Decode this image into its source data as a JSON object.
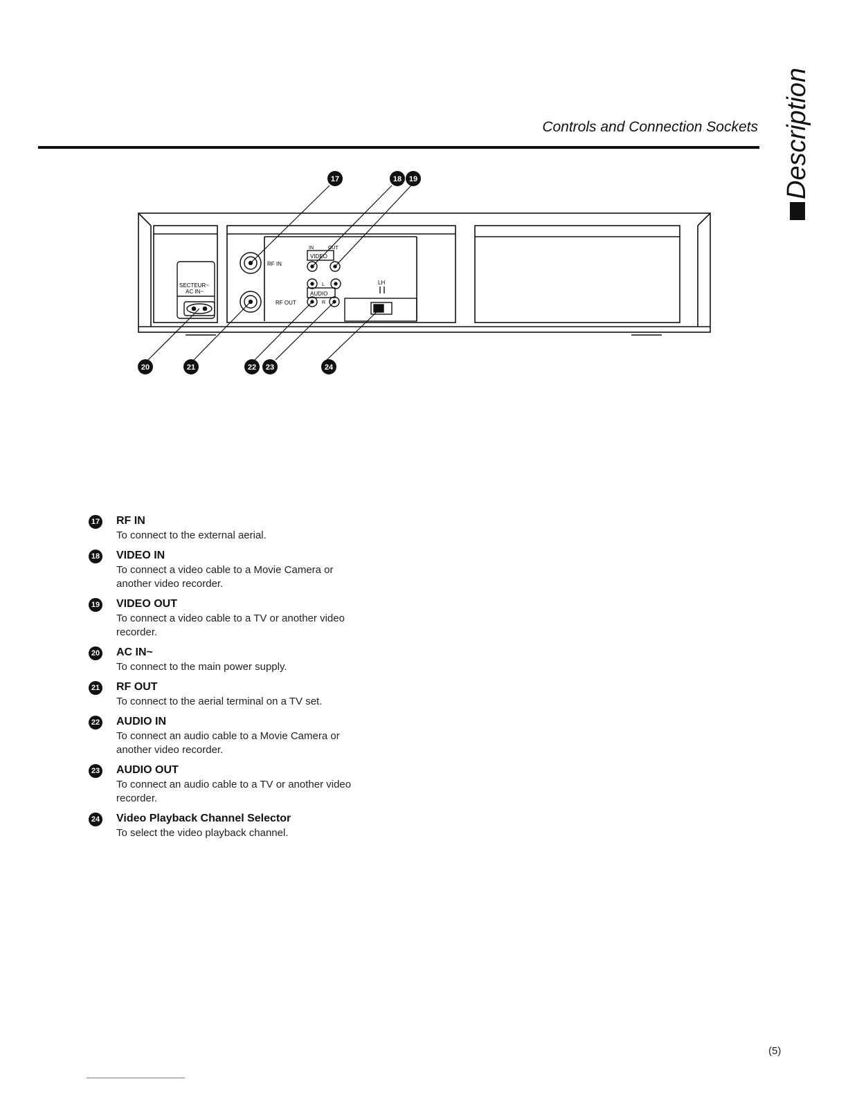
{
  "header": {
    "title": "Controls and Connection Sockets",
    "side_tab": "Description"
  },
  "diagram": {
    "callouts": [
      "17",
      "18",
      "19",
      "20",
      "21",
      "22",
      "23",
      "24"
    ],
    "panel_labels": {
      "secteur": "SECTEUR~",
      "ac_in": "AC IN~",
      "rf_in": "RF IN",
      "rf_out": "RF OUT",
      "in": "IN",
      "out": "OUT",
      "video": "VIDEO",
      "audio": "AUDIO",
      "l": "L",
      "r": "R",
      "lh": "LH"
    }
  },
  "items": [
    {
      "num": "17",
      "title": "RF IN",
      "desc_lines": [
        "To connect to the external aerial."
      ]
    },
    {
      "num": "18",
      "title": "VIDEO IN",
      "desc_lines": [
        "To connect a video cable to a Movie Camera or",
        "another video recorder."
      ]
    },
    {
      "num": "19",
      "title": "VIDEO OUT",
      "desc_lines": [
        "To connect a video cable to a TV or another video",
        "recorder."
      ]
    },
    {
      "num": "20",
      "title": "AC IN~",
      "desc_lines": [
        "To connect to the main power supply."
      ]
    },
    {
      "num": "21",
      "title": "RF OUT",
      "desc_lines": [
        "To connect to the aerial terminal on a TV set."
      ]
    },
    {
      "num": "22",
      "title": "AUDIO IN",
      "desc_lines": [
        "To connect an audio cable to a Movie Camera or",
        "another video recorder."
      ]
    },
    {
      "num": "23",
      "title": "AUDIO OUT",
      "desc_lines": [
        "To connect an audio cable to a TV or another video",
        "recorder."
      ]
    },
    {
      "num": "24",
      "title": "Video Playback Channel Selector",
      "desc_lines": [
        "To select the video playback channel."
      ]
    }
  ],
  "footer": {
    "page_number": "(5)"
  }
}
